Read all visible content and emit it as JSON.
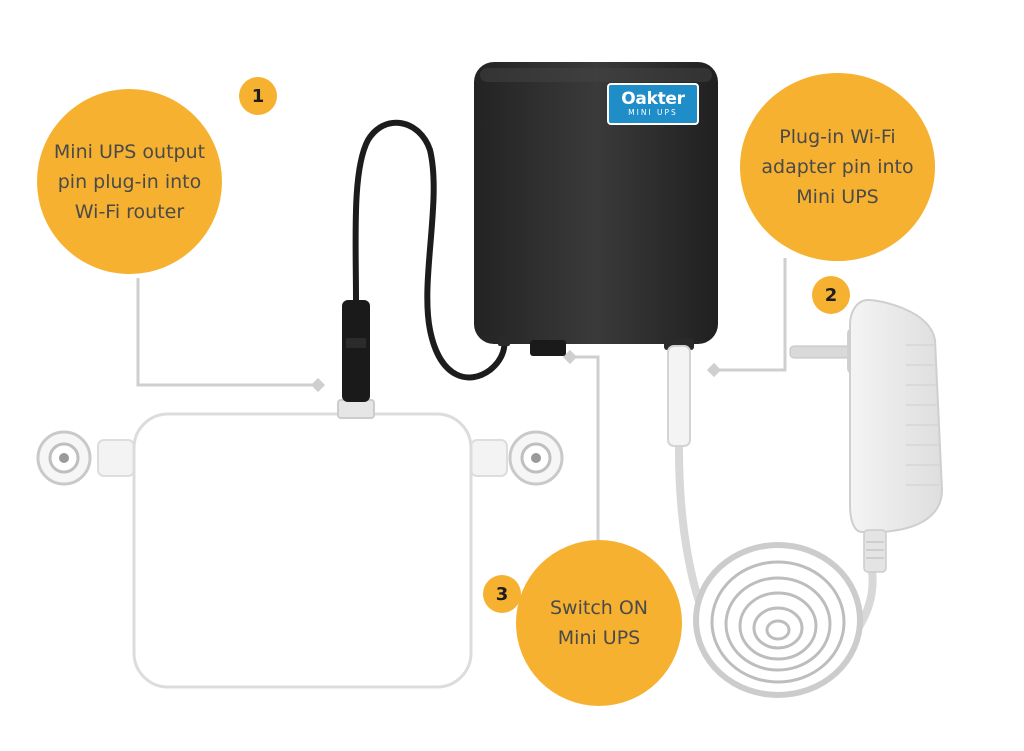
{
  "colors": {
    "bubble": "#f6b130",
    "text": "#4a4a4a",
    "badge_text": "#1e1e1e",
    "connector": "#cfcfcf",
    "ups_body": "#2e2e2e",
    "logo_bg": "#1f8dc8",
    "cable": "#1c1c1c"
  },
  "device_logo": {
    "brand": "Oakter",
    "sub": "MINI UPS"
  },
  "steps": [
    {
      "number": "1",
      "text": "Mini UPS output\npin plug-in into\nWi-Fi router"
    },
    {
      "number": "2",
      "text": "Plug-in Wi-Fi\nadapter pin into\nMini UPS"
    },
    {
      "number": "3",
      "text": "Switch ON\nMini UPS"
    }
  ]
}
